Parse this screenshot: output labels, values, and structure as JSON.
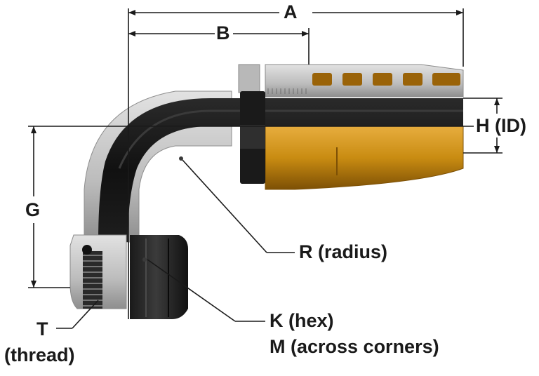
{
  "labels": {
    "a": "A",
    "b": "B",
    "h": "H (ID)",
    "g": "G",
    "r": "R (radius)",
    "k": "K (hex)",
    "m": "M (across corners)",
    "t": "T",
    "thread": "(thread)"
  },
  "colors": {
    "hose": "#141414",
    "hose_highlight": "#3a3a3a",
    "silver": "#c4c4c4",
    "silver_dark": "#8e8e8e",
    "gold": "#c98c12",
    "gold_dark": "#8a5a06",
    "gold_light": "#e4a93a",
    "line": "#1a1a1a"
  },
  "icons": {
    "elbow": "hose-fitting-elbow-icon"
  }
}
